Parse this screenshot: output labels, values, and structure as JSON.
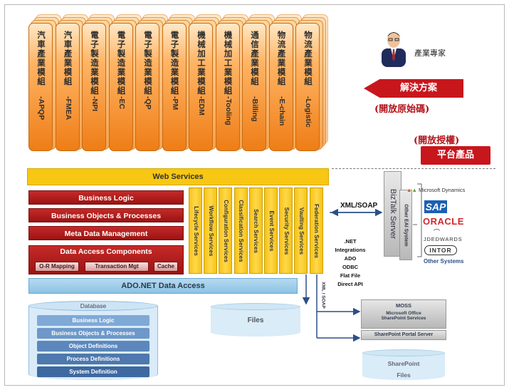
{
  "solutions": {
    "modules": [
      {
        "cn": "汽車產業模組",
        "en": "-APQP"
      },
      {
        "cn": "汽車產業模組",
        "en": "-FMEA"
      },
      {
        "cn": "電子製造業模組",
        "en": "-NPI"
      },
      {
        "cn": "電子製造業模組",
        "en": "-EC"
      },
      {
        "cn": "電子製造業模組",
        "en": "-QP"
      },
      {
        "cn": "電子製造業模組",
        "en": "-PM"
      },
      {
        "cn": "機械加工業模組",
        "en": "-EDM"
      },
      {
        "cn": "機械加工業模組",
        "en": "-Tooling"
      },
      {
        "cn": "通信產業模組",
        "en": "-Billing"
      },
      {
        "cn": "物流產業模組",
        "en": "-E-chain"
      },
      {
        "cn": "物流產業模組",
        "en": "-Logistic"
      }
    ],
    "expert_label": "產業專家",
    "solution_tag": "解決方案",
    "solution_sub": "(開放原始碼)"
  },
  "platform": {
    "auth_label": "(開放授權)",
    "product_tag": "平台產品",
    "web_services": "Web Services",
    "business_logic": "Business Logic",
    "business_objects": "Business Objects & Processes",
    "meta_data": "Meta Data Management",
    "data_access": "Data Access Components",
    "data_access_items": [
      "O-R Mapping",
      "Transaction Mgt",
      "Cache"
    ],
    "services": [
      "Lifecycle Services",
      "Workflow Services",
      "Configuration Services",
      "Classification Services",
      "Search Services",
      "Event Services",
      "Security Services",
      "Vaulting Services",
      "Federation Services"
    ],
    "ado_net": "ADO.NET Data Access"
  },
  "database": {
    "title": "Database",
    "layers": [
      "Business Logic",
      "Business Objects & Processes",
      "Object Definitions",
      "Process Definitions",
      "System Definition"
    ]
  },
  "files": "Files",
  "integration": {
    "xml_soap": "XML/SOAP",
    "xml_soap_vertical": "XML / SOAP",
    "methods": [
      ".NET Integrations",
      "ADO",
      "ODBC",
      "Flat File",
      "Direct API"
    ],
    "biztalk": "BizTalk Server",
    "other_eai": "Other EAI System"
  },
  "vendors": {
    "microsoft": "Microsoft Dynamics",
    "sap": "SAP",
    "oracle": "ORACLE",
    "jde": "JDEDWARDS",
    "infor": "INTOR",
    "other": "Other Systems"
  },
  "sharepoint": {
    "moss": "MOSS",
    "moss_sub1": "Microsoft Office",
    "moss_sub2": "SharePoint Services",
    "portal": "SharePoint Portal Server",
    "sp_title": "SharePoint",
    "sp_files": "Files"
  },
  "colors": {
    "module_orange": "#ee7d16",
    "accent_red": "#c8161d",
    "service_yellow": "#f6c21a",
    "dark_red": "#9a1312",
    "data_blue": "#8bc3e5"
  }
}
